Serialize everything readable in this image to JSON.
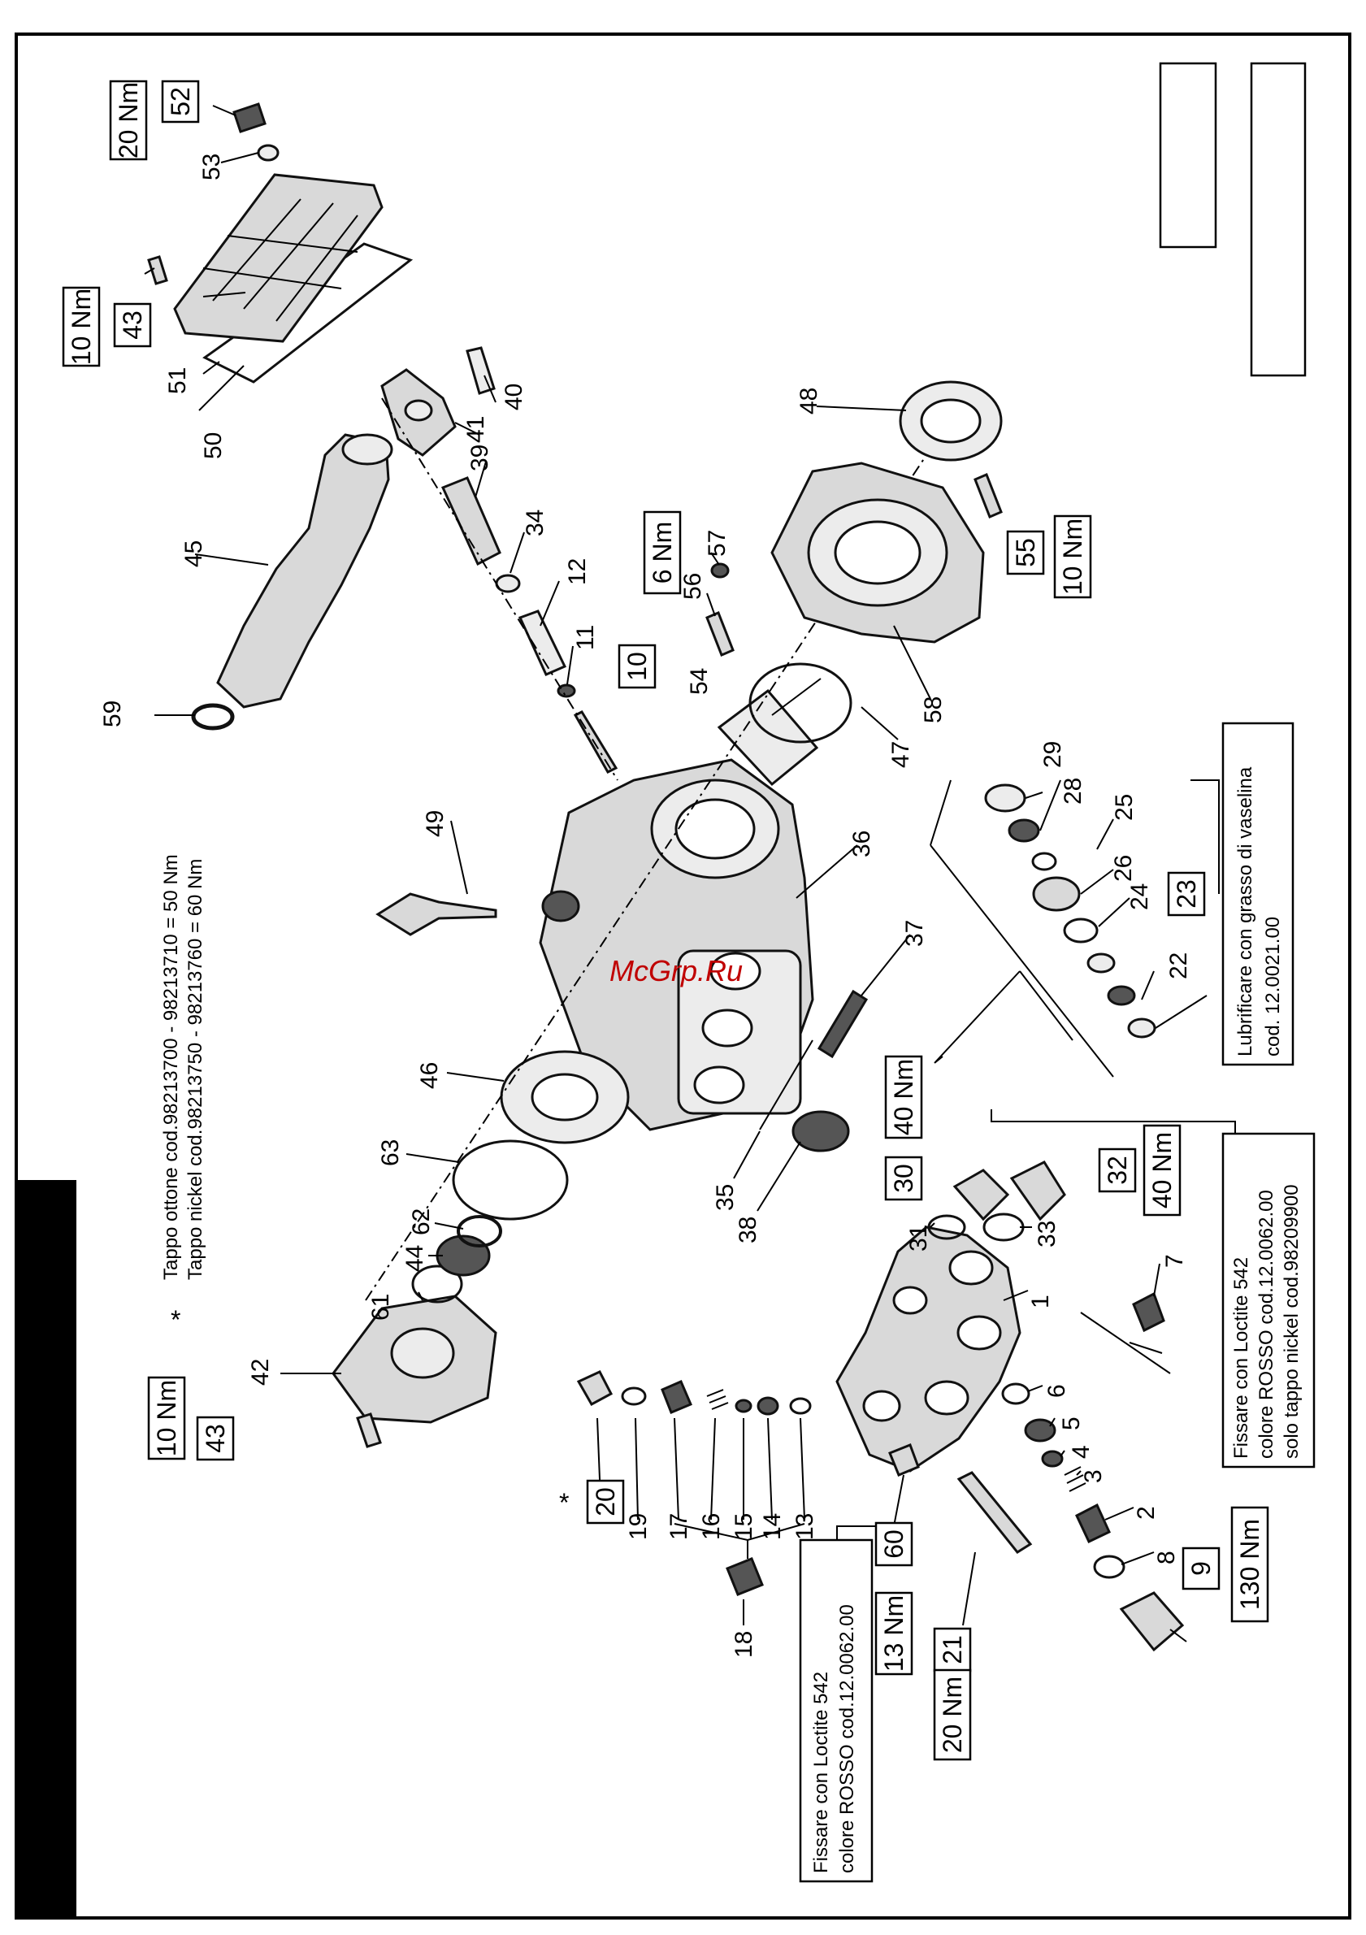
{
  "watermark": "McGrp.Ru",
  "asterisk": "*",
  "torques": {
    "t52": "20 Nm",
    "t43a": "10 Nm",
    "t10": "6 Nm",
    "t55": "10 Nm",
    "t43b": "10 Nm",
    "t30": "40 Nm",
    "t32": "40 Nm",
    "t9": "130 Nm",
    "t60": "13 Nm",
    "t21": "20 Nm"
  },
  "boxed_parts": {
    "b52": "52",
    "b43a": "43",
    "b10": "10",
    "b55": "55",
    "b43b": "43",
    "b20": "20",
    "b30": "30",
    "b32": "32",
    "b23": "23",
    "b9": "9",
    "b60": "60",
    "b21": "21"
  },
  "parts": {
    "p1": "1",
    "p2": "2",
    "p3": "3",
    "p4": "4",
    "p5": "5",
    "p6": "6",
    "p7": "7",
    "p8": "8",
    "p11": "11",
    "p12": "12",
    "p13": "13",
    "p14": "14",
    "p15": "15",
    "p16": "16",
    "p17": "17",
    "p18": "18",
    "p19": "19",
    "p22": "22",
    "p24": "24",
    "p25": "25",
    "p26": "26",
    "p28": "28",
    "p29": "29",
    "p31": "31",
    "p33": "33",
    "p34": "34",
    "p35": "35",
    "p36": "36",
    "p37": "37",
    "p38": "38",
    "p39": "39",
    "p40": "40",
    "p41": "41",
    "p42": "42",
    "p44": "44",
    "p45": "45",
    "p46": "46",
    "p47": "47",
    "p48": "48",
    "p49": "49",
    "p50": "50",
    "p51": "51",
    "p53": "53",
    "p54": "54",
    "p56": "56",
    "p57": "57",
    "p58": "58",
    "p59": "59",
    "p61": "61",
    "p62": "62",
    "p63": "63"
  },
  "notes": {
    "cap_line1": "Tappo ottone cod.98213700 - 98213710 = 50 Nm",
    "cap_line2": "Tappo nickel cod.98213750 - 98213760 = 60 Nm",
    "grease_line1": "Lubrificare con grasso di vaselina",
    "grease_line2": "cod. 12.0021.00",
    "loctite_a_line1": "Fissare  con Loctite 542",
    "loctite_a_line2": "colore ROSSO cod.12.0062.00",
    "loctite_a_line3": "solo tappo nickel cod.98209900",
    "loctite_b_line1": "Fissare  con Loctite 542",
    "loctite_b_line2": "colore ROSSO cod.12.0062.00"
  }
}
